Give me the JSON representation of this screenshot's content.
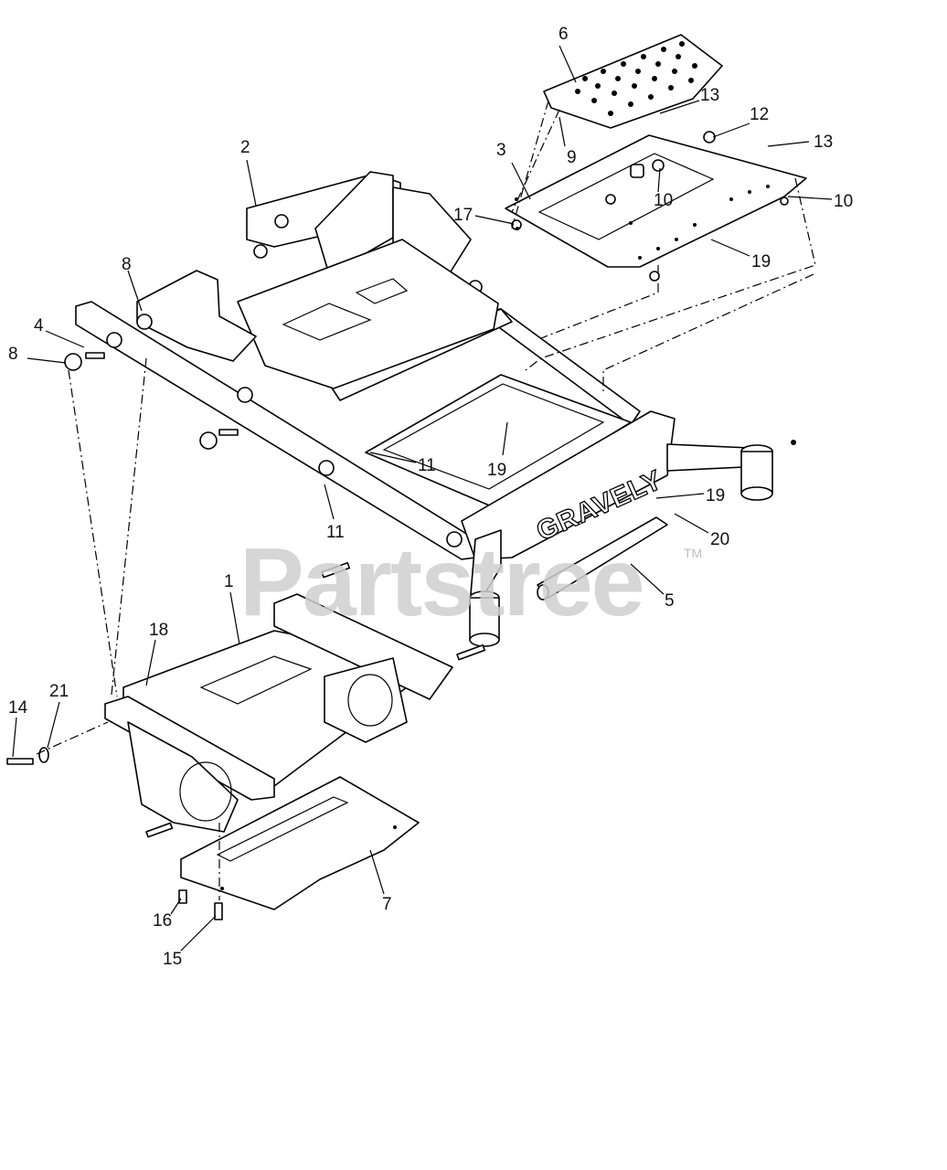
{
  "watermark": {
    "text": "Partstree",
    "tm": "TM"
  },
  "brand_text": "GRAVELY",
  "callouts": [
    {
      "id": "callout-1",
      "label": "1"
    },
    {
      "id": "callout-2",
      "label": "2"
    },
    {
      "id": "callout-3",
      "label": "3"
    },
    {
      "id": "callout-4",
      "label": "4"
    },
    {
      "id": "callout-5",
      "label": "5"
    },
    {
      "id": "callout-6",
      "label": "6"
    },
    {
      "id": "callout-7",
      "label": "7"
    },
    {
      "id": "callout-8a",
      "label": "8"
    },
    {
      "id": "callout-8b",
      "label": "8"
    },
    {
      "id": "callout-9",
      "label": "9"
    },
    {
      "id": "callout-10a",
      "label": "10"
    },
    {
      "id": "callout-10b",
      "label": "10"
    },
    {
      "id": "callout-11a",
      "label": "11"
    },
    {
      "id": "callout-11b",
      "label": "11"
    },
    {
      "id": "callout-12",
      "label": "12"
    },
    {
      "id": "callout-13a",
      "label": "13"
    },
    {
      "id": "callout-13b",
      "label": "13"
    },
    {
      "id": "callout-14",
      "label": "14"
    },
    {
      "id": "callout-15",
      "label": "15"
    },
    {
      "id": "callout-16",
      "label": "16"
    },
    {
      "id": "callout-17",
      "label": "17"
    },
    {
      "id": "callout-18",
      "label": "18"
    },
    {
      "id": "callout-19a",
      "label": "19"
    },
    {
      "id": "callout-19b",
      "label": "19"
    },
    {
      "id": "callout-19c",
      "label": "19"
    },
    {
      "id": "callout-20",
      "label": "20"
    },
    {
      "id": "callout-21",
      "label": "21"
    }
  ]
}
